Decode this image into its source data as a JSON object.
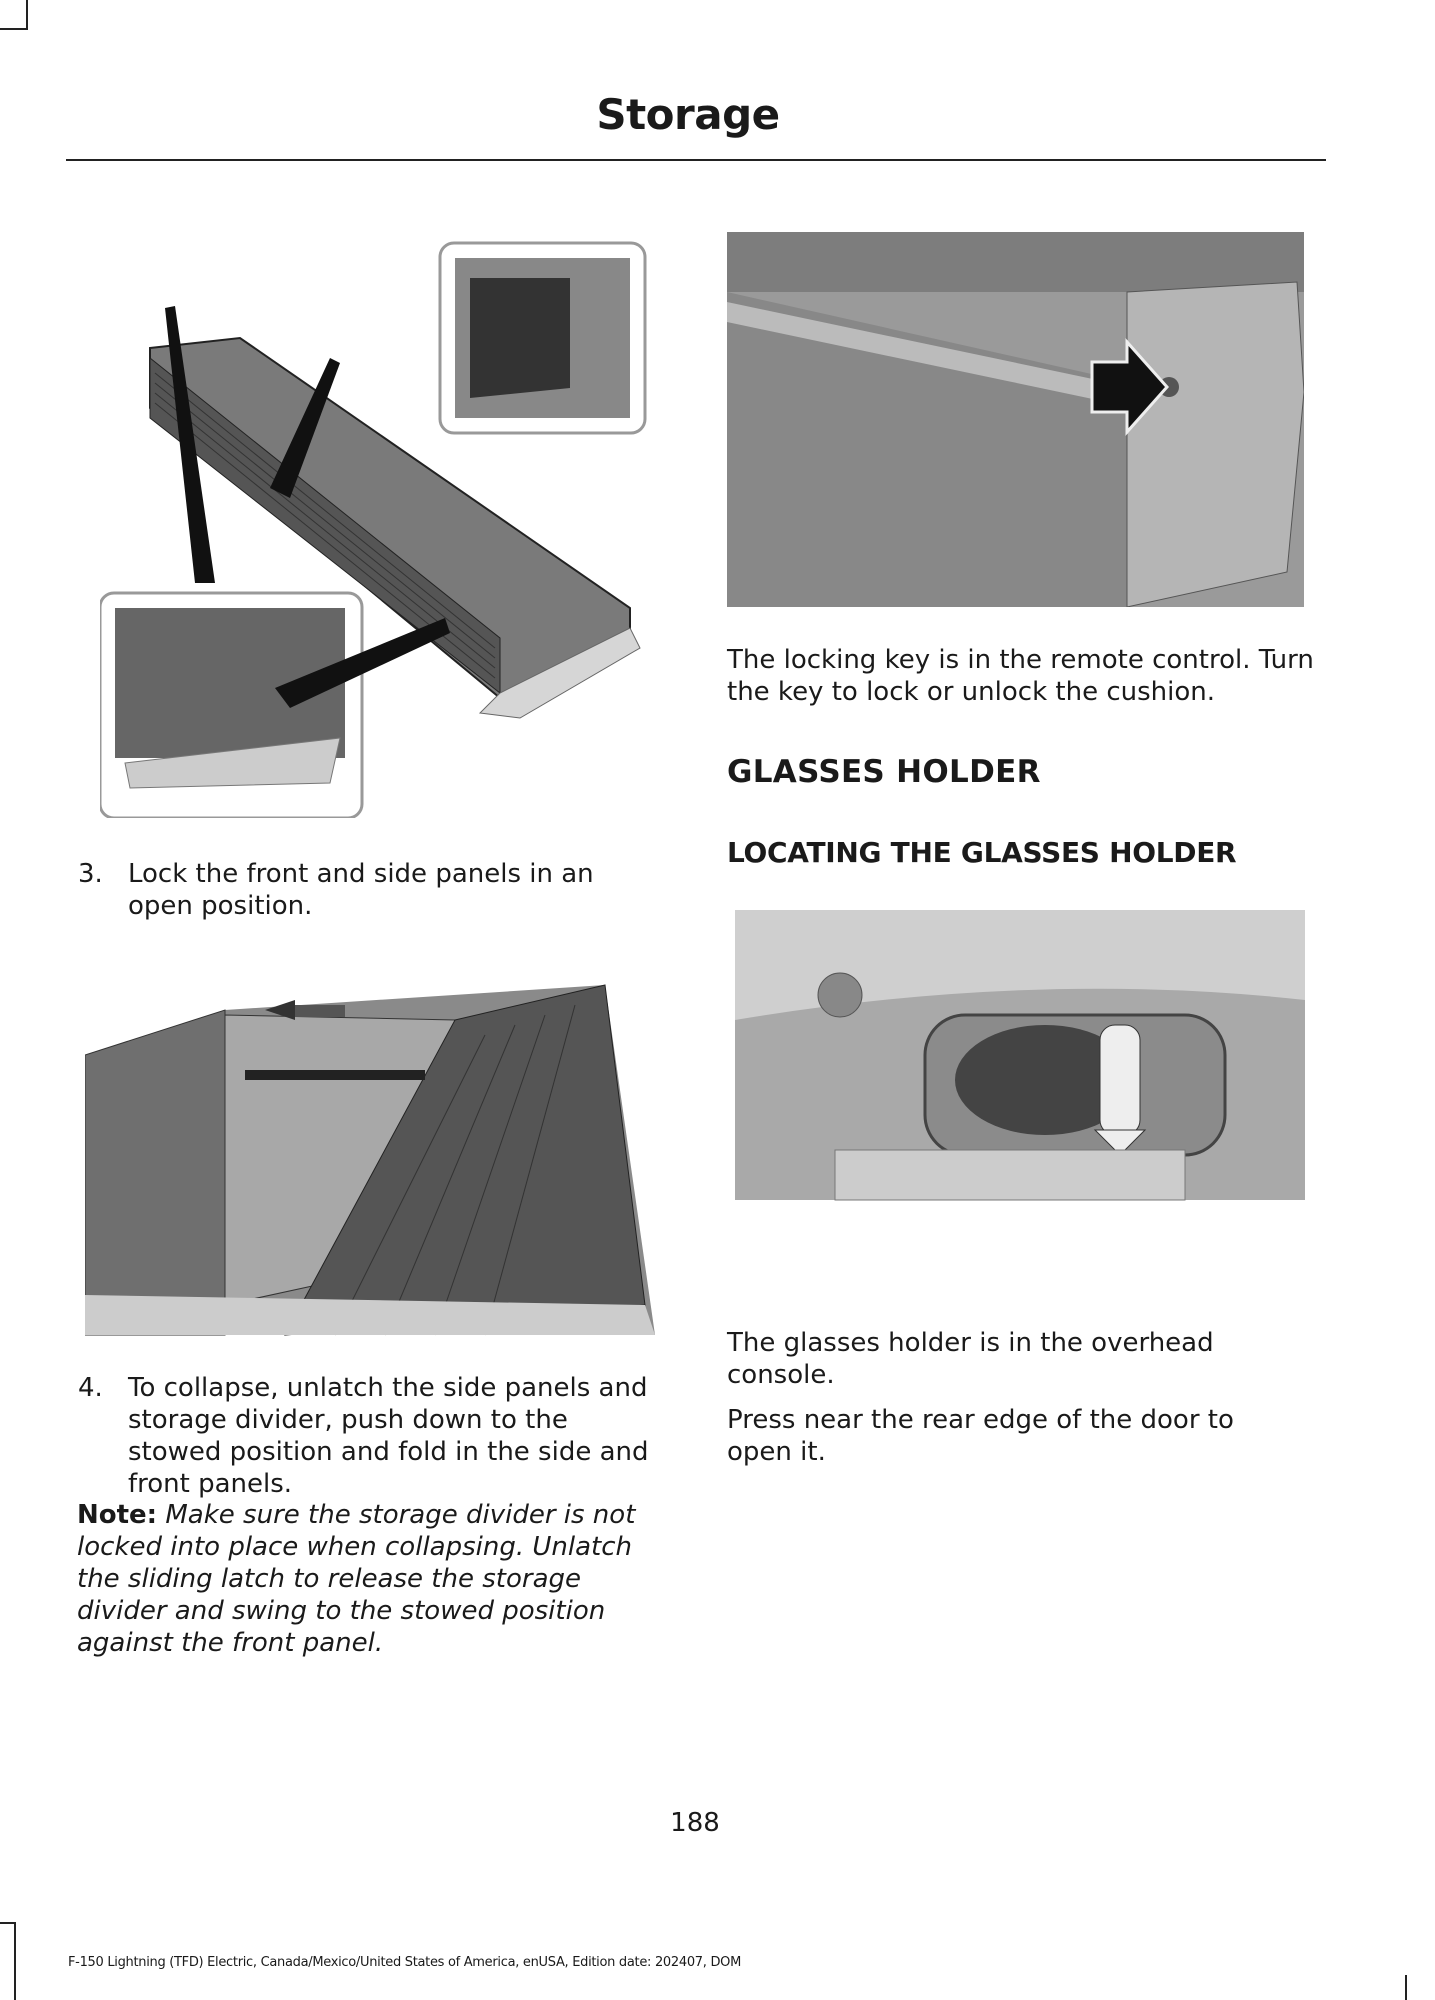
{
  "header": {
    "title": "Storage"
  },
  "left": {
    "step3": {
      "num": "3.",
      "text": "Lock the front and side panels in an open position."
    },
    "step4": {
      "num": "4.",
      "text": "To collapse, unlatch the side panels and storage divider, push down to the stowed position and fold in the side and front panels."
    },
    "note": {
      "label": "Note:",
      "text": "Make sure the storage divider is not locked into place when collapsing. Unlatch the sliding latch to release the storage divider and swing to the stowed position against the front panel."
    }
  },
  "right": {
    "locking_text": "The locking key is in the remote control. Turn the key to lock or unlock the cushion.",
    "section_heading": "GLASSES HOLDER",
    "subheading": "LOCATING THE GLASSES HOLDER",
    "para1": "The glasses holder is in the overhead console.",
    "para2": "Press near the rear edge of the door to open it."
  },
  "page_number": "188",
  "footer": "F-150 Lightning (TFD) Electric, Canada/Mexico/United States of America, enUSA, Edition date: 202407, DOM"
}
